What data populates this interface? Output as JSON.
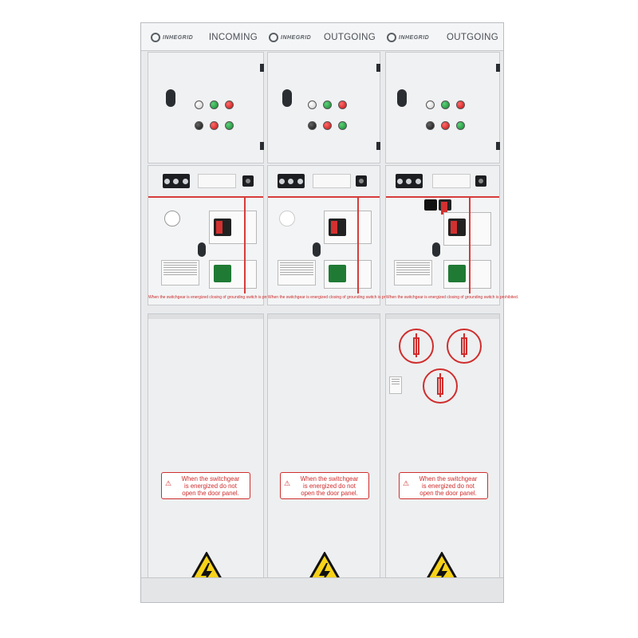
{
  "brand": "INHEGRID",
  "units": [
    {
      "name": "INCOMING"
    },
    {
      "name": "OUTGOING"
    },
    {
      "name": "OUTGOING"
    }
  ],
  "interlock_warning": "When the switchgear is energized closing of grounding switch is prohibited.",
  "door_warning_lines": [
    "When the switchgear",
    "is energized do not",
    "open the door panel."
  ],
  "icons": {
    "hazard": "electric-hazard-icon",
    "warning": "warning-triangle-icon",
    "fuse": "fuse-symbol-icon"
  },
  "colors": {
    "cabinet": "#e9eaec",
    "accent_red": "#cf2d2d",
    "hazard_yellow": "#f6d21a",
    "indicator_green": "#13872f",
    "indicator_red": "#c41010"
  }
}
